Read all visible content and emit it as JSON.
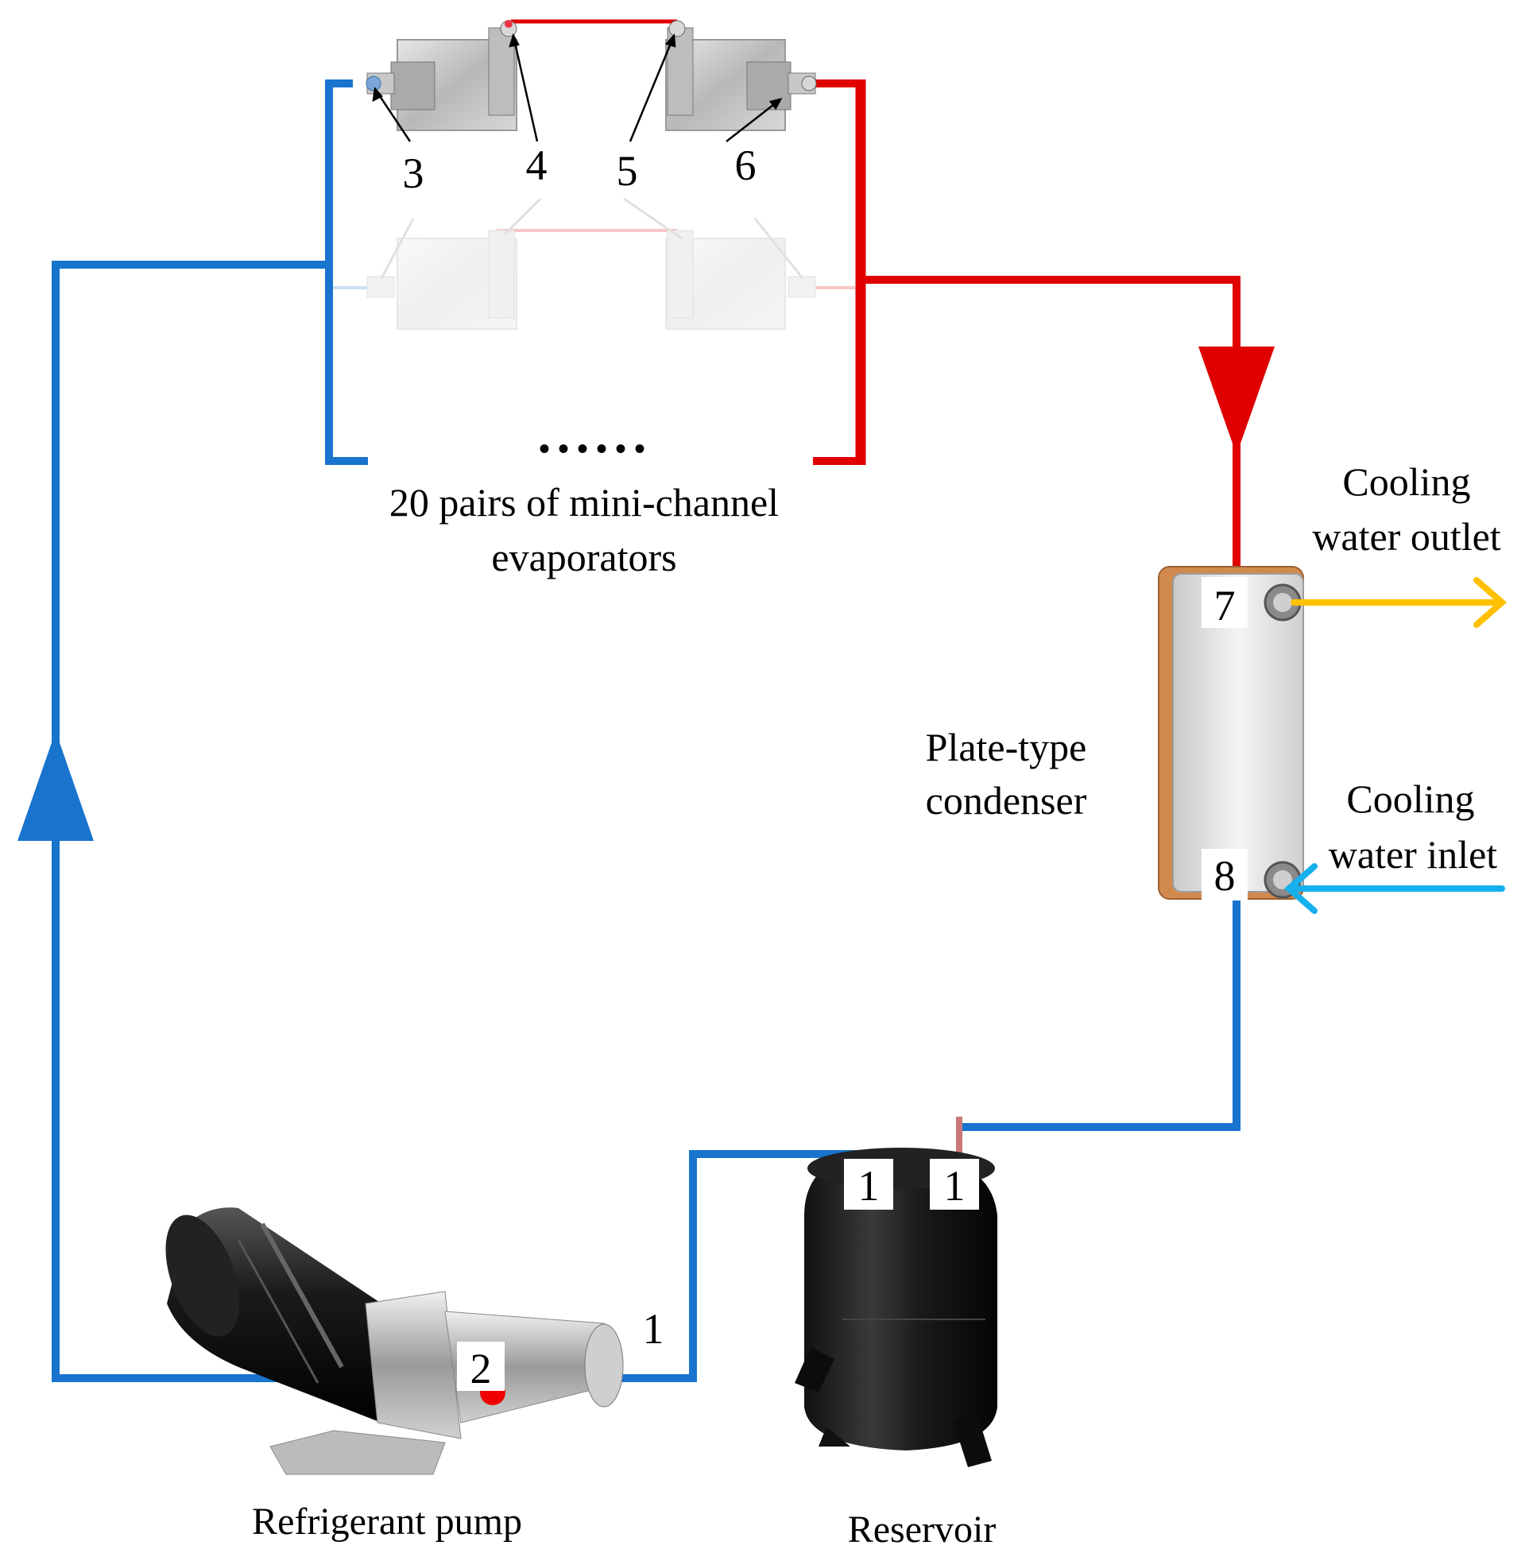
{
  "labels": {
    "evaporators": [
      "20 pairs of mini-channel",
      "evaporators"
    ],
    "ellipsis": "• • • • • •",
    "condenser": [
      "Plate-type",
      "condenser"
    ],
    "outlet": [
      "Cooling",
      "water outlet"
    ],
    "inlet": [
      "Cooling",
      "water inlet"
    ],
    "pump": "Refrigerant pump",
    "reservoir": "Reservoir"
  },
  "points": {
    "p1": "1",
    "p2": "2",
    "p3": "3",
    "p4": "4",
    "p5": "5",
    "p6": "6",
    "p7": "7",
    "p8": "8",
    "res_a": "1",
    "res_b": "1"
  },
  "colors": {
    "cold_line": "#1874CD",
    "hot_line": "#E00000",
    "water_out": "#FFC000",
    "water_in": "#17B0EE",
    "condenser_body": "#D08A4E"
  }
}
